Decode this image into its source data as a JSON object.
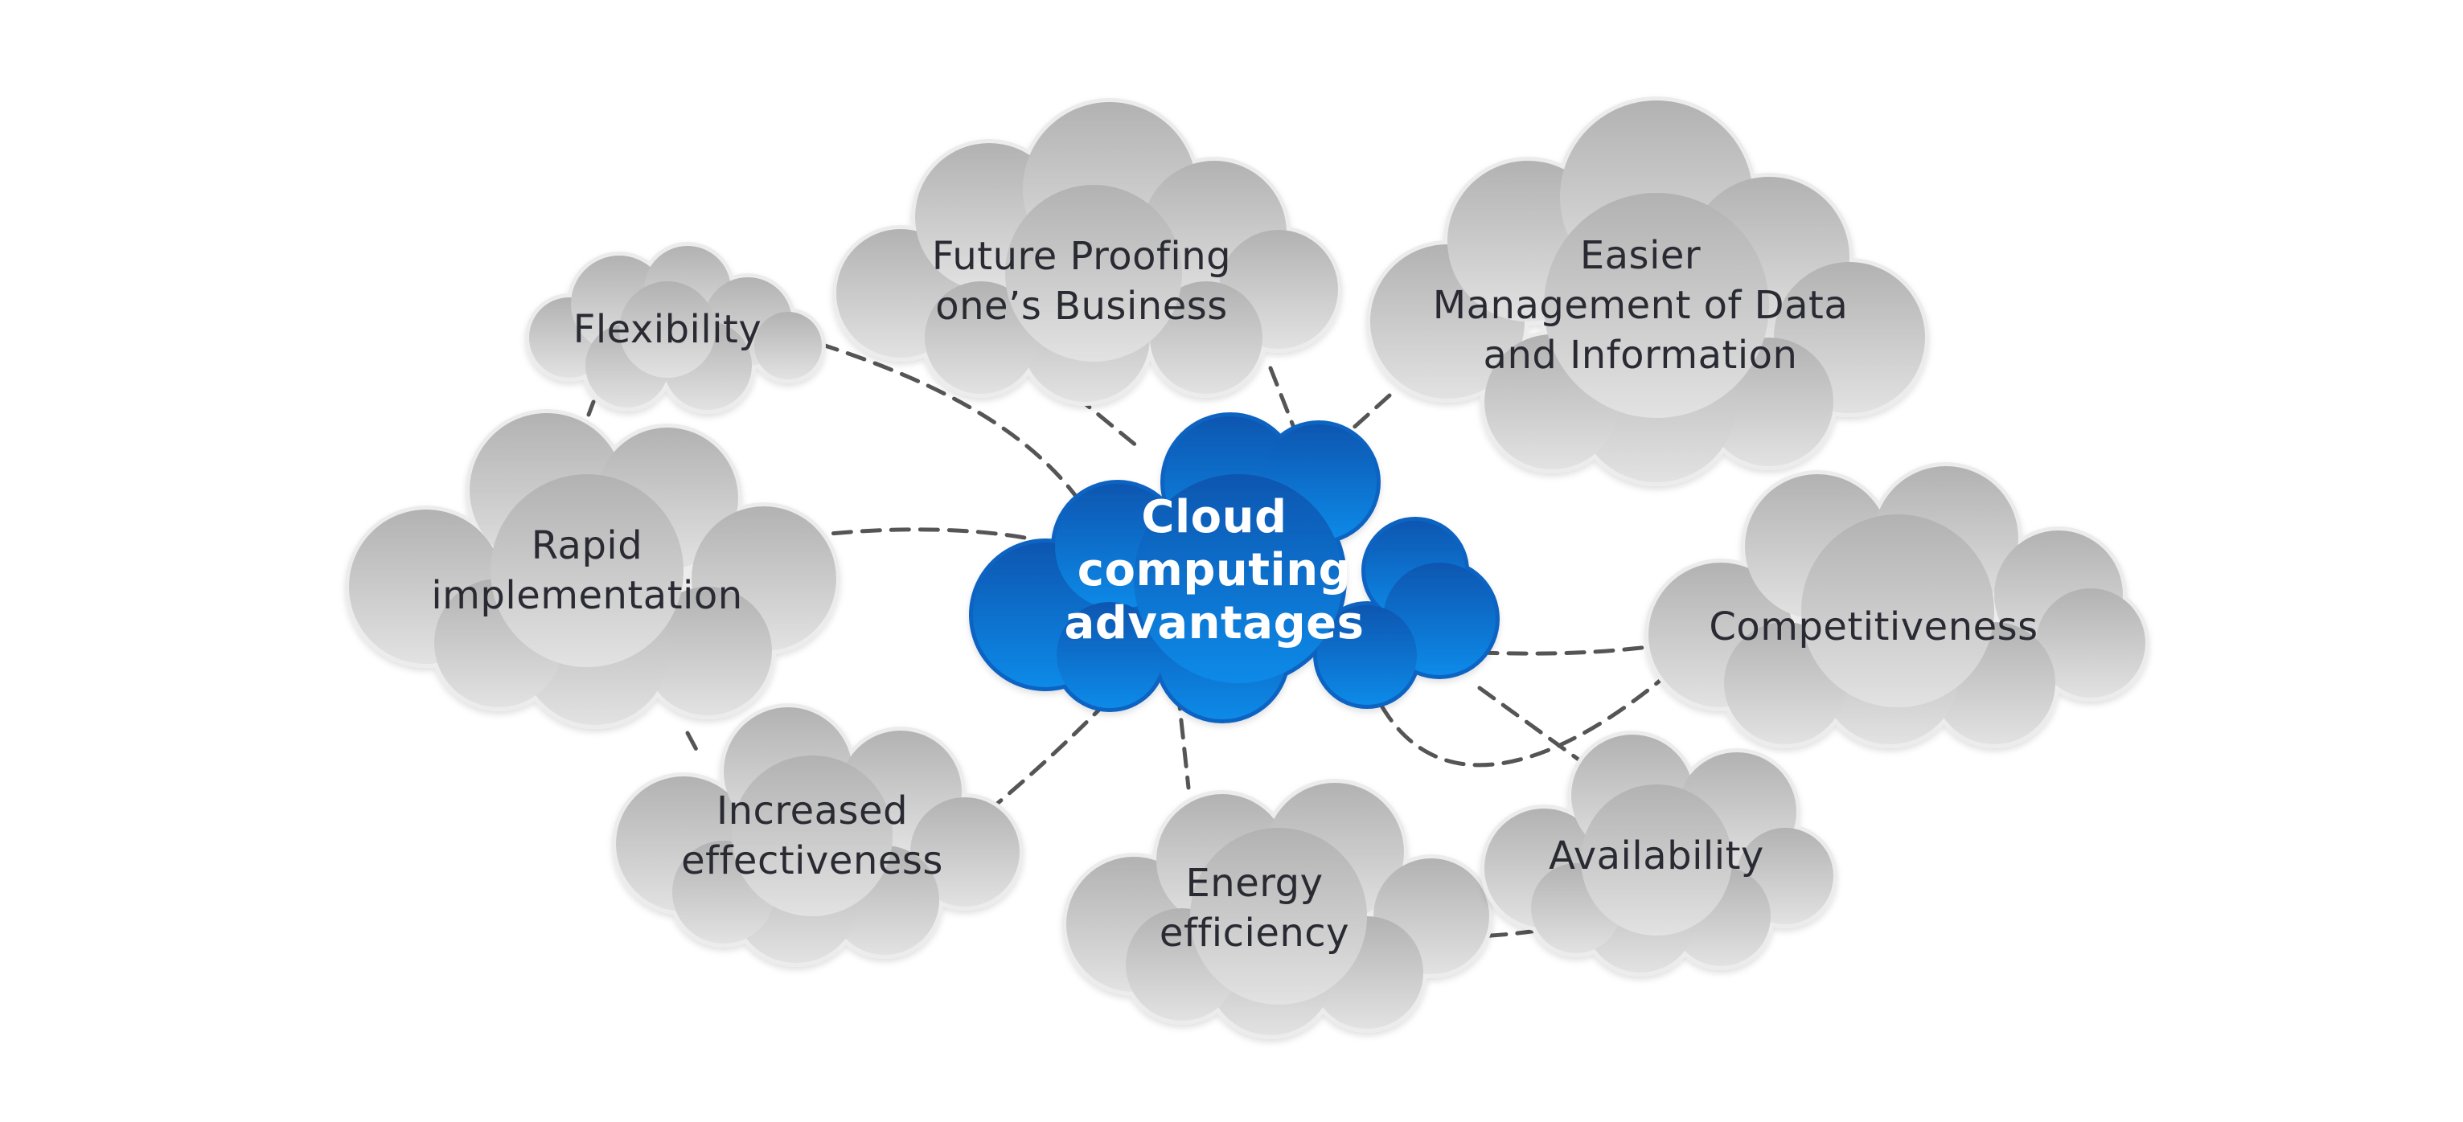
{
  "diagram": {
    "center": {
      "label": "Cloud\ncomputing\nadvantages",
      "color_top": "#0a56b0",
      "color_bottom": "#0a8ae8"
    },
    "nodes": [
      {
        "id": "flexibility",
        "label": "Flexibility"
      },
      {
        "id": "future-proofing",
        "label": "Future Proofing\none’s Business"
      },
      {
        "id": "easier-management",
        "label": "Easier\nManagement of Data\nand Information"
      },
      {
        "id": "rapid-implementation",
        "label": "Rapid\nimplementation"
      },
      {
        "id": "competitiveness",
        "label": "Competitiveness"
      },
      {
        "id": "increased-effectiveness",
        "label": "Increased\neffectiveness"
      },
      {
        "id": "energy-efficiency",
        "label": "Energy\nefficiency"
      },
      {
        "id": "availability",
        "label": "Availability"
      }
    ],
    "cloud_color_top": "#b2b2b2",
    "cloud_color_bottom": "#e2e2e2",
    "connector_color": "#555555"
  }
}
